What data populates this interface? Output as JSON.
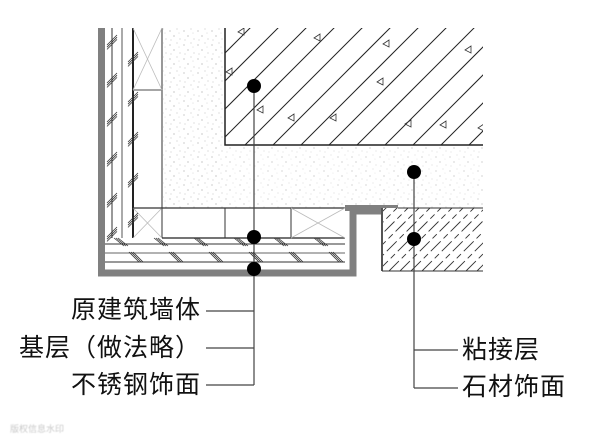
{
  "diagram": {
    "type": "construction-section-detail",
    "colors": {
      "line": "#222222",
      "steel": "#808080",
      "hatch": "#333333",
      "speckle": "#9a9a9a",
      "dot": "#000000",
      "text": "#111111"
    },
    "regions": [
      {
        "id": "concrete-structure",
        "pattern": "diagonal-hatch-with-triangles"
      },
      {
        "id": "base-layer",
        "pattern": "speckled-fill"
      },
      {
        "id": "stone-finish",
        "pattern": "dashed-diagonal-hatch"
      },
      {
        "id": "stainless-steel-finish",
        "pattern": "grey-thick-edge"
      },
      {
        "id": "wall-layers",
        "pattern": "parallel-lines-with-hatch-ticks"
      }
    ],
    "left_labels": [
      {
        "text": "原建筑墙体",
        "target": "concrete-structure"
      },
      {
        "text": "基层（做法略）",
        "target": "base-layer"
      },
      {
        "text": "不锈钢饰面",
        "target": "stainless-steel-finish"
      }
    ],
    "right_labels": [
      {
        "text": "粘接层",
        "target": "adhesive-layer"
      },
      {
        "text": "石材饰面",
        "target": "stone-finish"
      }
    ],
    "watermark": "版权信息水印"
  }
}
